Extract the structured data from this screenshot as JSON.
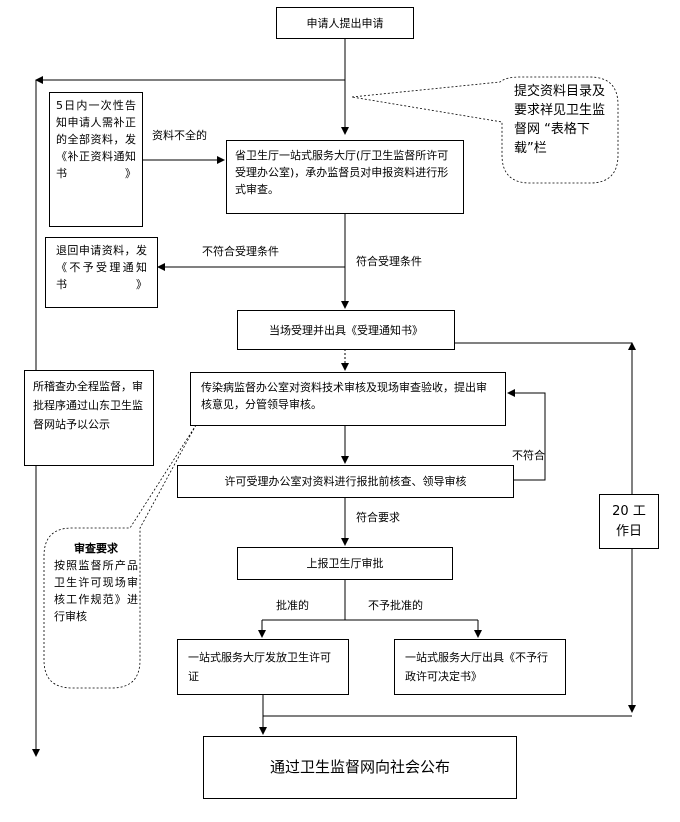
{
  "nodes": {
    "apply": "申请人提出申请",
    "notify_supplement": "5日内一次性告知申请人需补正的全部资料，发《补正资料通知书》",
    "hall_review": "省卫生厅一站式服务大厅(厅卫生监督所许可受理办公室)，承办监督员对申报资料进行形式审查。",
    "return": "退回申请资料，发《不予受理通知书》",
    "accept": "当场受理并出具《受理通知书》",
    "tech_review": "传染病监督办公室对资料技术审核及现场审查验收，提出审核意见，分管领导审核。",
    "pre_approval": "许可受理办公室对资料进行报批前核查、领导审核",
    "report": "上报卫生厅审批",
    "issue": "一站式服务大厅发放卫生许可证",
    "deny": "一站式服务大厅出具《不予行政许可决定书》",
    "publish": "通过卫生监督网向社会公布",
    "supervision": "所稽查办全程监督，审批程序通过山东卫生监督网站予以公示",
    "workdays": "20 工作日"
  },
  "callouts": {
    "download": "提交资料目录及要求祥见卫生监督网 “表格下载”栏",
    "review_title": "审查要求",
    "review_body": "按照监督所产品卫生许可现场审核工作规范》进行审核"
  },
  "edges": {
    "incomplete": "资料不全的",
    "not_meet": "不符合受理条件",
    "meet": "符合受理条件",
    "not_conform": "不符合",
    "conform": "符合要求",
    "approved": "批准的",
    "not_approved": "不予批准的"
  }
}
